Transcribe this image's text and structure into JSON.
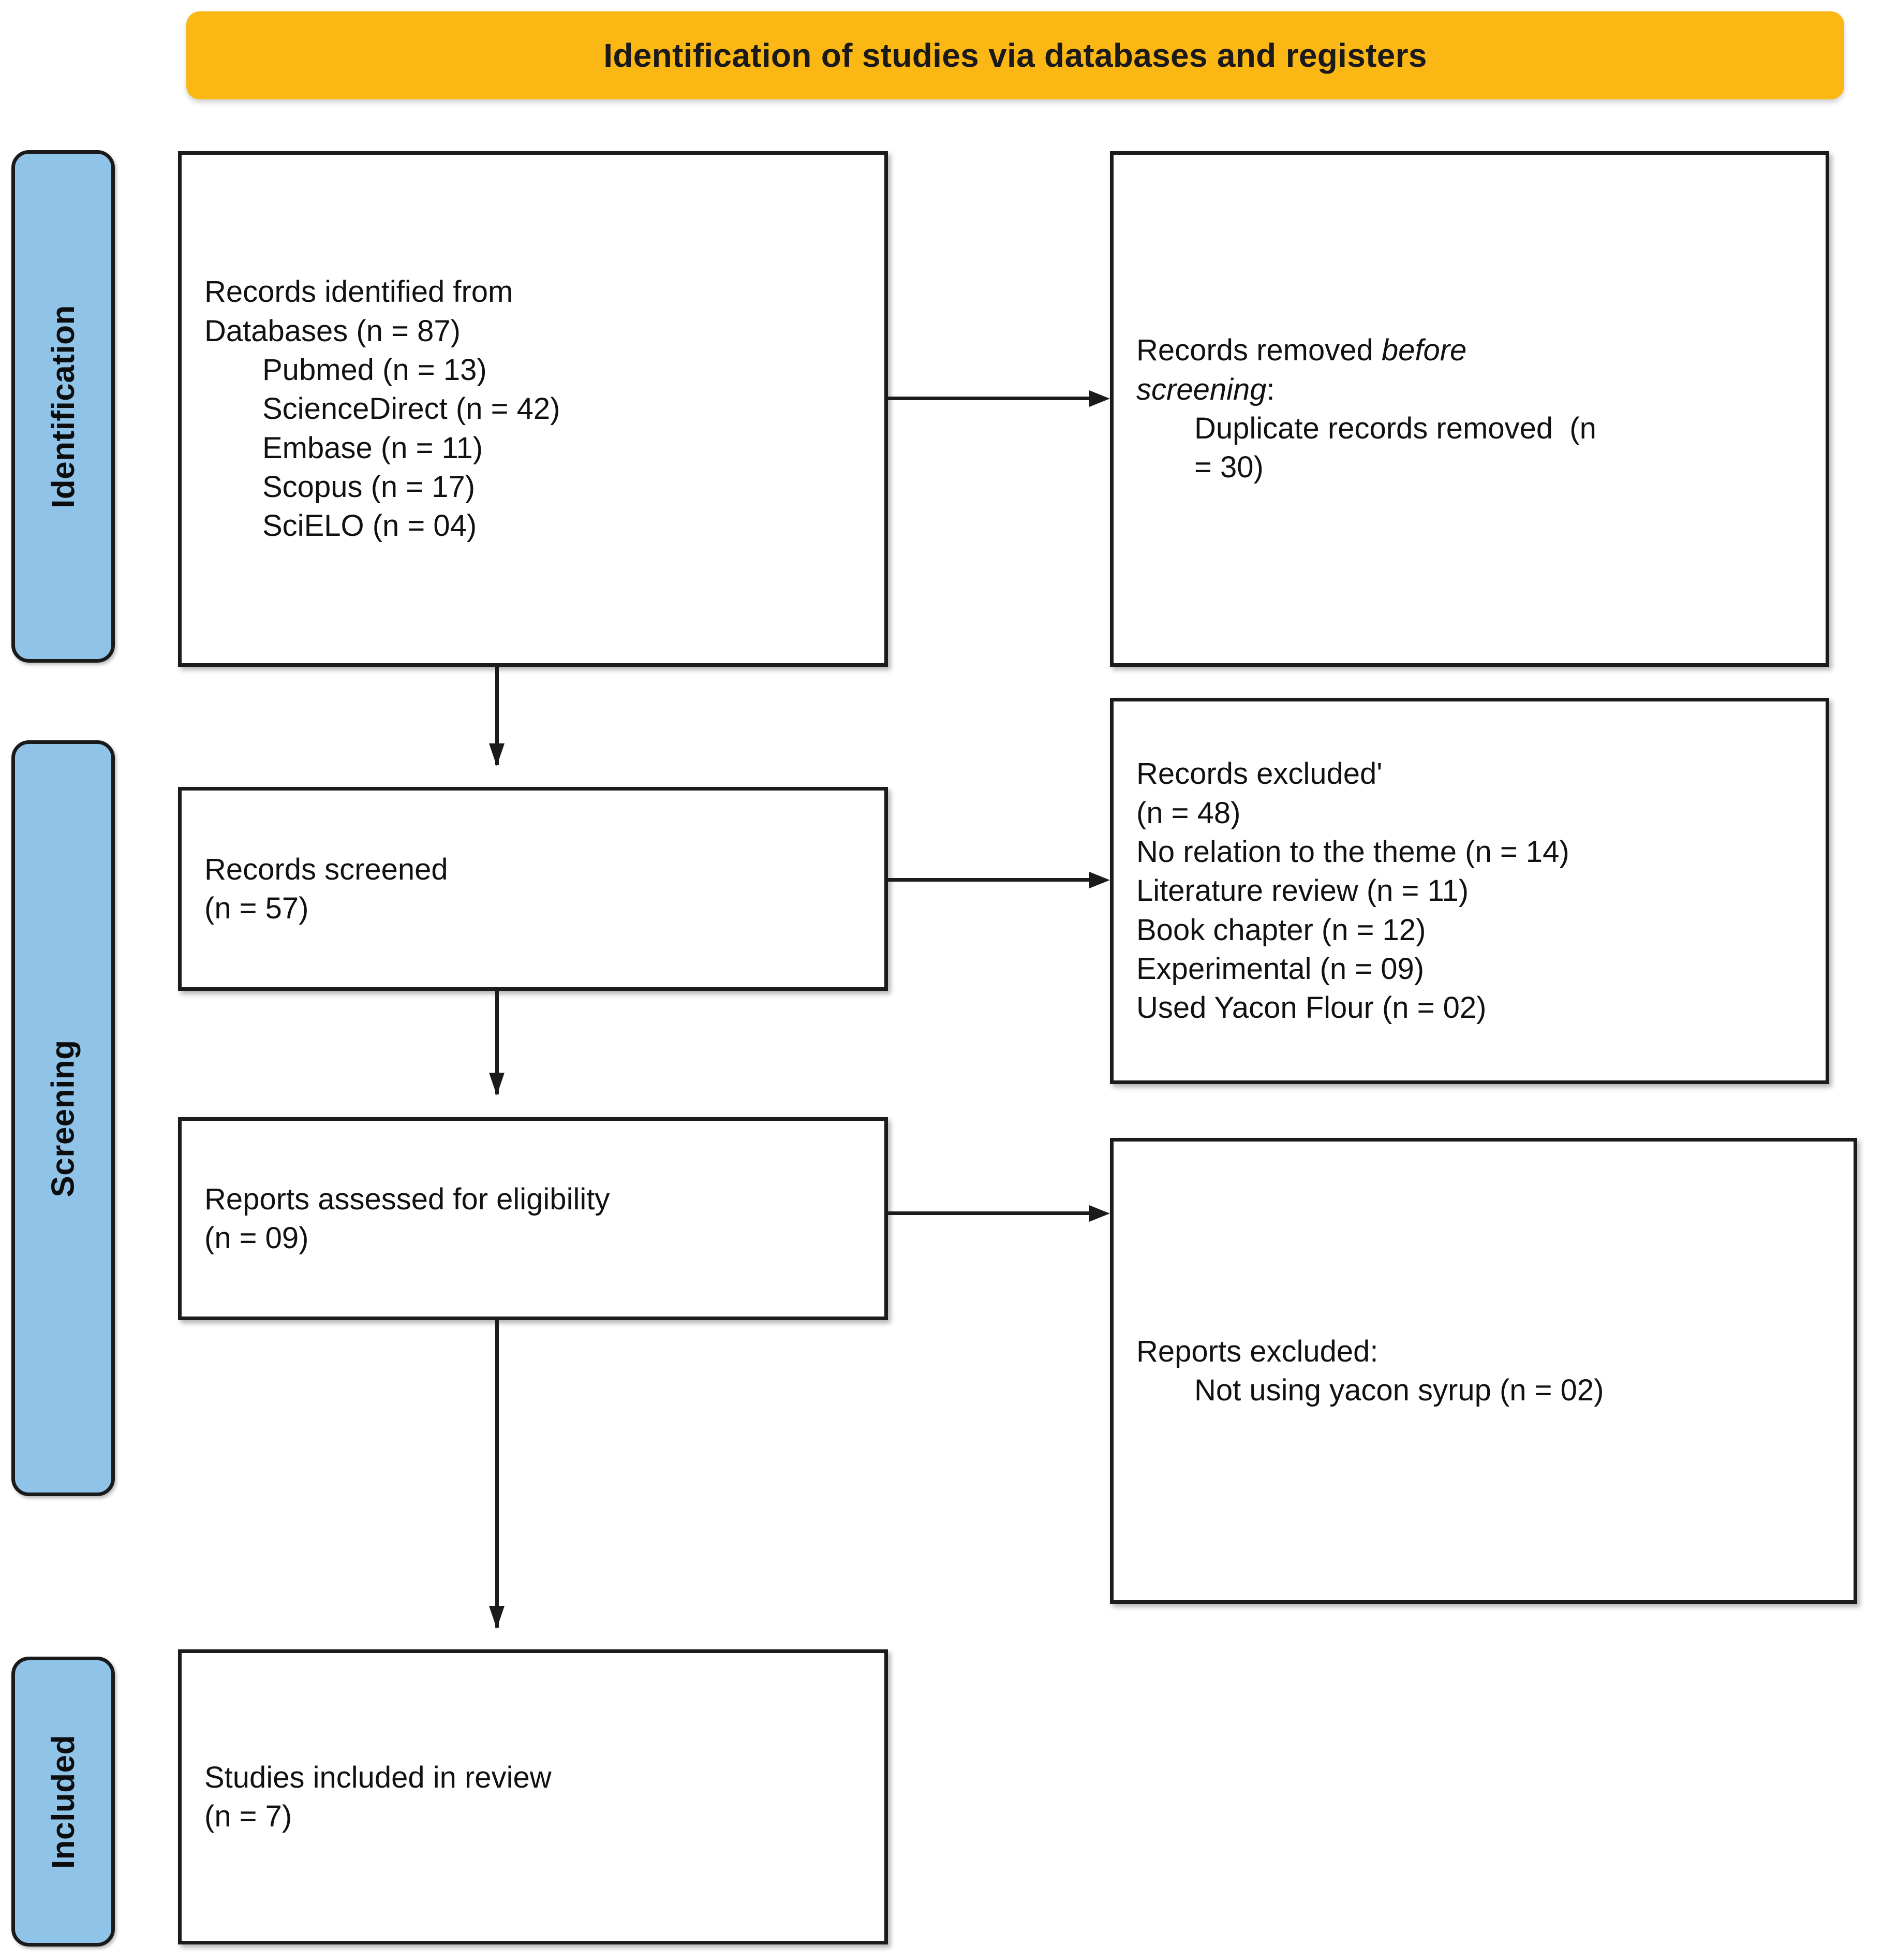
{
  "banner": {
    "title": "Identification of studies via databases and registers",
    "color": "#FBB714"
  },
  "stages": [
    {
      "label": "Identification"
    },
    {
      "label": "Screening"
    },
    {
      "label": "Included"
    }
  ],
  "stage_bar_color": "#8FC3E8",
  "boxes": {
    "identified": {
      "lines": [
        "Records identified from",
        "Databases (n = 87)",
        "Pubmed (n = 13)",
        "ScienceDirect (n = 42)",
        "Embase (n = 11)",
        "Scopus (n = 17)",
        "SciELO (n = 04)"
      ]
    },
    "removed": {
      "line1_normal": "Records removed ",
      "line1_italic": "before",
      "line2_italic": "screening",
      "line2_tail": ":",
      "line3": "Duplicate records removed  (n",
      "line4": "= 30)"
    },
    "screened": {
      "lines": [
        "Records screened",
        "(n = 57)"
      ]
    },
    "records_excluded": {
      "lines": [
        "Records excluded'",
        "(n = 48)",
        "No relation to the theme (n = 14)",
        "Literature review (n = 11)",
        "Book chapter (n = 12)",
        "Experimental (n = 09)",
        "Used Yacon Flour (n = 02)"
      ]
    },
    "eligibility": {
      "lines": [
        "Reports assessed for eligibility",
        "(n = 09)"
      ]
    },
    "reports_excluded": {
      "lines": [
        "Reports excluded:",
        "Not using yacon syrup (n = 02)"
      ]
    },
    "included": {
      "lines": [
        "Studies included in review",
        "(n = 7)"
      ]
    }
  },
  "chart_data": {
    "type": "diagram",
    "title": "PRISMA 2020 flow diagram",
    "subtitle": "Identification of studies via databases and registers",
    "stages": [
      "Identification",
      "Screening",
      "Included"
    ],
    "nodes": [
      {
        "id": "identified",
        "stage": "Identification",
        "label": "Records identified from Databases",
        "n": 87,
        "breakdown": [
          {
            "source": "Pubmed",
            "n": 13
          },
          {
            "source": "ScienceDirect",
            "n": 42
          },
          {
            "source": "Embase",
            "n": 11
          },
          {
            "source": "Scopus",
            "n": 17
          },
          {
            "source": "SciELO",
            "n": 4
          }
        ]
      },
      {
        "id": "removed",
        "stage": "Identification",
        "label": "Records removed before screening: Duplicate records removed",
        "n": 30
      },
      {
        "id": "screened",
        "stage": "Screening",
        "label": "Records screened",
        "n": 57
      },
      {
        "id": "records_excluded",
        "stage": "Screening",
        "label": "Records excluded",
        "n": 48,
        "breakdown": [
          {
            "reason": "No relation to the theme",
            "n": 14
          },
          {
            "reason": "Literature review",
            "n": 11
          },
          {
            "reason": "Book chapter",
            "n": 12
          },
          {
            "reason": "Experimental",
            "n": 9
          },
          {
            "reason": "Used Yacon Flour",
            "n": 2
          }
        ]
      },
      {
        "id": "eligibility",
        "stage": "Screening",
        "label": "Reports assessed for eligibility",
        "n": 9
      },
      {
        "id": "reports_excluded",
        "stage": "Screening",
        "label": "Reports excluded",
        "breakdown": [
          {
            "reason": "Not using yacon syrup",
            "n": 2
          }
        ]
      },
      {
        "id": "included",
        "stage": "Included",
        "label": "Studies included in review",
        "n": 7
      }
    ],
    "edges": [
      {
        "from": "identified",
        "to": "removed",
        "direction": "right"
      },
      {
        "from": "identified",
        "to": "screened",
        "direction": "down"
      },
      {
        "from": "screened",
        "to": "records_excluded",
        "direction": "right"
      },
      {
        "from": "screened",
        "to": "eligibility",
        "direction": "down"
      },
      {
        "from": "eligibility",
        "to": "reports_excluded",
        "direction": "right"
      },
      {
        "from": "eligibility",
        "to": "included",
        "direction": "down"
      }
    ]
  }
}
